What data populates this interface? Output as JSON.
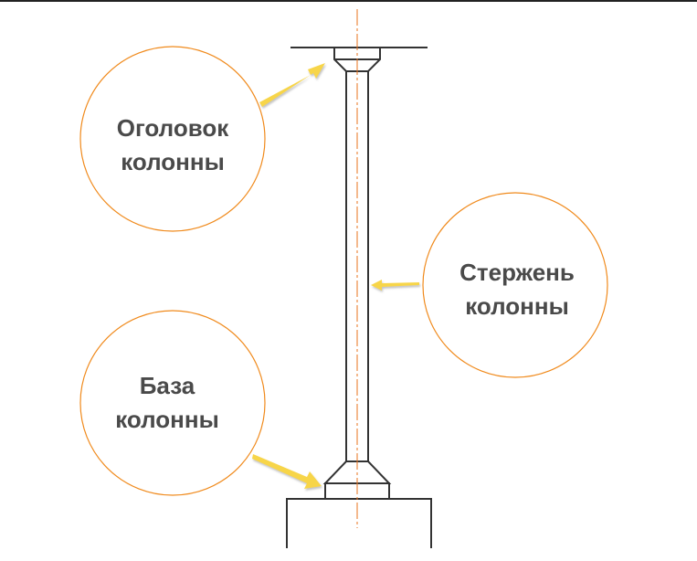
{
  "labels": {
    "capital": [
      "Оголовок",
      "колонны"
    ],
    "shaft": [
      "Стержень",
      "колонны"
    ],
    "base": [
      "База",
      "колонны"
    ]
  },
  "colors": {
    "outline": "#333333",
    "circle": "#f08a1c",
    "arrow": "#f7d54a",
    "centerline": "#e8731c",
    "text": "#4a4a4a"
  }
}
